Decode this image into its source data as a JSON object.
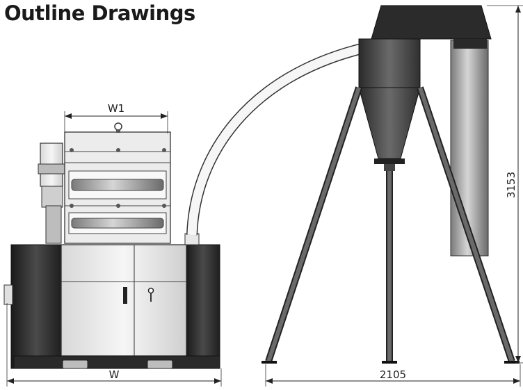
{
  "page_title": "Outline Drawings",
  "dimensions": {
    "w1": "W1",
    "w": "W",
    "base_width": "2105",
    "height": "3153"
  }
}
